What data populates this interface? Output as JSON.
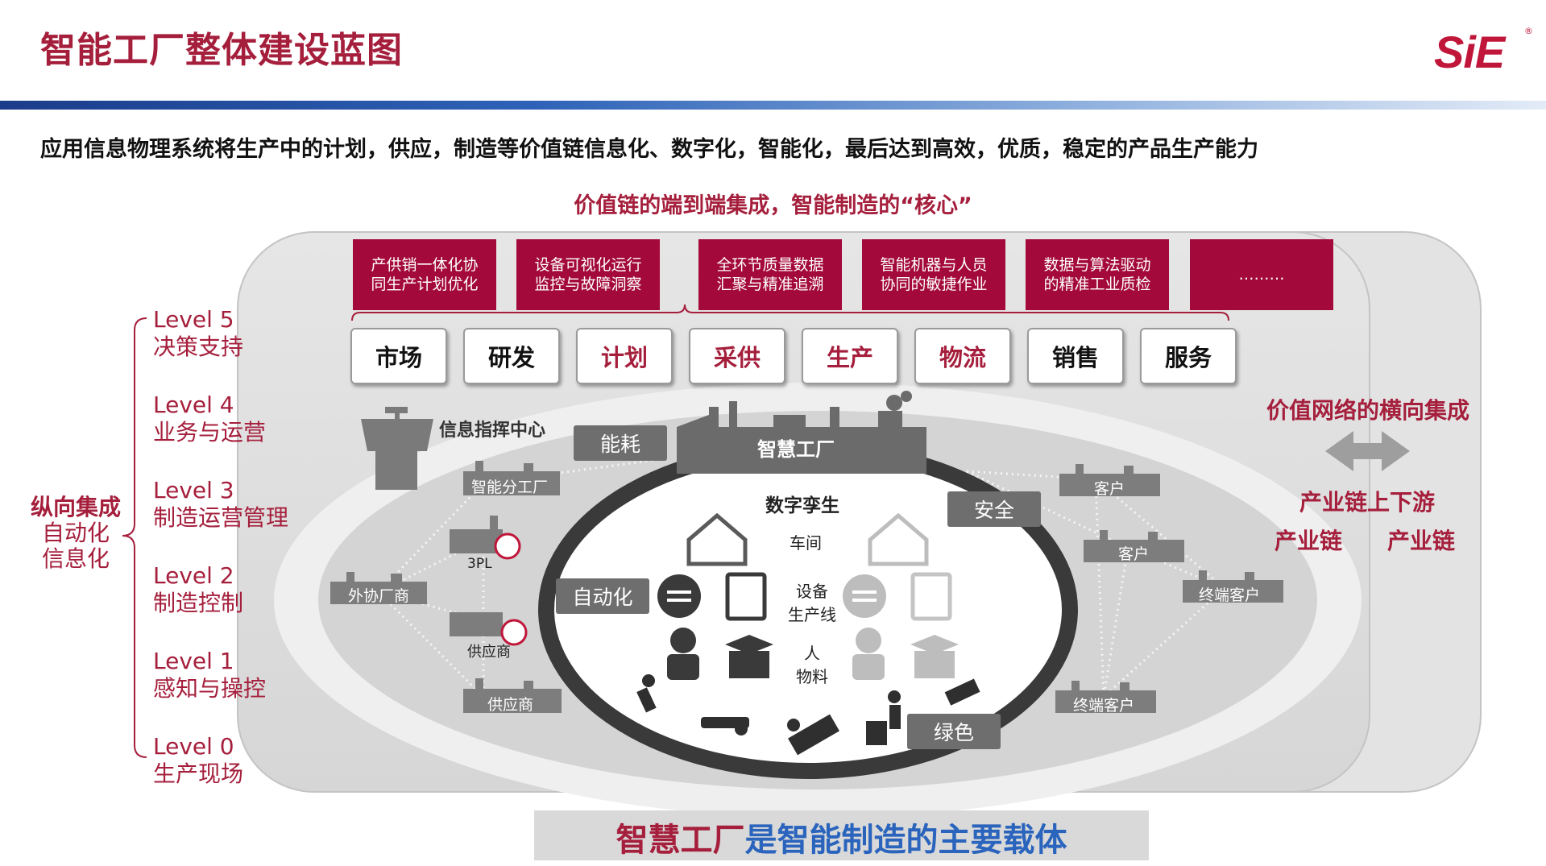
{
  "title": "智能工厂整体建设蓝图",
  "logo": "SiE",
  "logo_mark": "®",
  "subtitle": "应用信息物理系统将生产中的计划，供应，制造等价值链信息化、数字化，智能化，最后达到高效，优质，稳定的产品生产能力",
  "core_heading": "价值链的端到端集成，智能制造的“核心”",
  "red_boxes": [
    {
      "line1": "产供销一体化协",
      "line2": "同生产计划优化"
    },
    {
      "line1": "设备可视化运行",
      "line2": "监控与故障洞察"
    },
    {
      "line1": "全环节质量数据",
      "line2": "汇聚与精准追溯"
    },
    {
      "line1": "智能机器与人员",
      "line2": "协同的敏捷作业"
    },
    {
      "line1": "数据与算法驱动",
      "line2": "的精准工业质检"
    },
    {
      "line1": "………",
      "line2": ""
    }
  ],
  "value_chain": [
    "市场",
    "研发",
    "计划",
    "采供",
    "生产",
    "物流",
    "销售",
    "服务"
  ],
  "levels": [
    {
      "level": "Level 5",
      "name": "决策支持"
    },
    {
      "level": "Level 4",
      "name": "业务与运营"
    },
    {
      "level": "Level 3",
      "name": "制造运营管理"
    },
    {
      "level": "Level 2",
      "name": "制造控制"
    },
    {
      "level": "Level 1",
      "name": "感知与操控"
    },
    {
      "level": "Level 0",
      "name": "生产现场"
    }
  ],
  "vertical": {
    "line1": "纵向集成",
    "line2": "自动化",
    "line3": "信息化"
  },
  "center": {
    "command_center": "信息指挥中心",
    "energy": "能耗",
    "smart_factory": "智慧工厂",
    "digital_twin": "数字孪生",
    "safety": "安全",
    "automation": "自动化",
    "green": "绿色",
    "workshop": "车间",
    "equipment_line1": "设备",
    "equipment_line2": "生产线",
    "people": "人",
    "materials": "物料"
  },
  "left_nodes": {
    "branch": "智能分工厂",
    "tpl": "3PL",
    "outsource": "外协厂商",
    "supplier1": "供应商",
    "supplier2": "供应商"
  },
  "right_nodes": {
    "customer1": "客户",
    "customer2": "客户",
    "end_customer1": "终端客户",
    "end_customer2": "终端客户"
  },
  "right_text": {
    "horizontal": "价值网络的横向集成",
    "updown": "产业链上下游",
    "chain_left": "产业链",
    "chain_right": "产业链"
  },
  "footer": {
    "part1": "智慧工厂",
    "part2": "是智能制造的主要载体"
  },
  "colors": {
    "brand_red": "#a51f3c",
    "box_red": "#a3093a",
    "blue": "#2a64bd",
    "gray": "#6e6e6e"
  }
}
